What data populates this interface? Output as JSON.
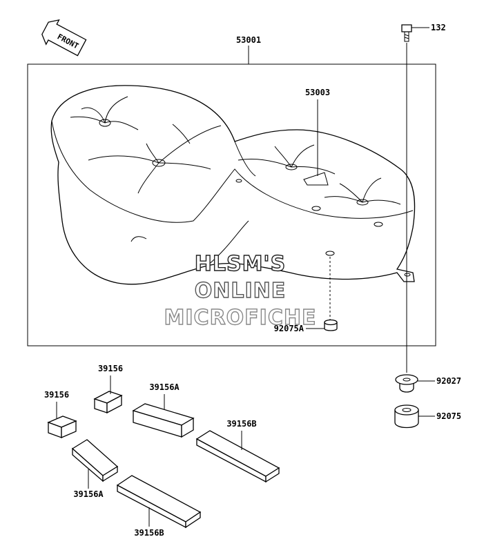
{
  "front_arrow": {
    "label": "FRONT"
  },
  "watermark": {
    "line1": "HLSM'S",
    "line2": "ONLINE",
    "line3": "MICROFICHE"
  },
  "parts": {
    "seat_assembly": "53001",
    "seat_cover": "53003",
    "bolt": "132",
    "collar": "92027",
    "damper_large": "92075",
    "damper_small": "92075A",
    "pad_39156_top": "39156",
    "pad_39156_left": "39156",
    "pad_39156A_top": "39156A",
    "pad_39156A_bottom": "39156A",
    "pad_39156B_right": "39156B",
    "pad_39156B_bottom": "39156B"
  }
}
